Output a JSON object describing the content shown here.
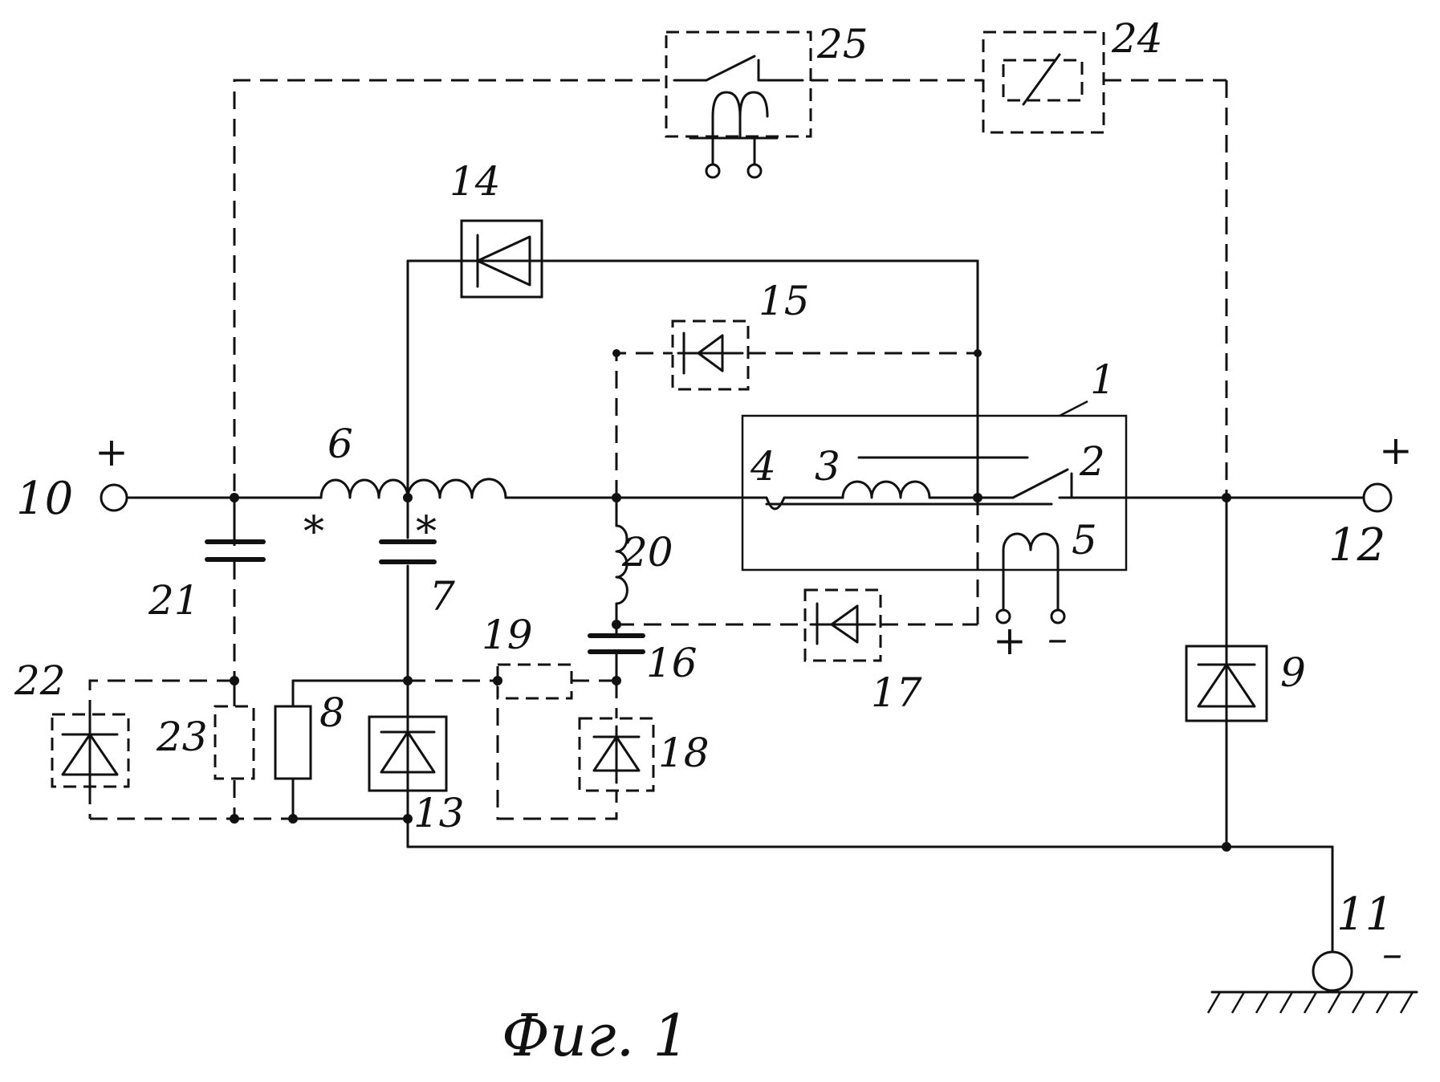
{
  "figure": {
    "caption": "Фиг. 1"
  },
  "labels": {
    "relay_block": "1",
    "contact": "2",
    "coil_3": "3",
    "element_4": "4",
    "coil_5": "5",
    "choke_6": "6",
    "capacitor_7": "7",
    "resistor_8": "8",
    "diode_9": "9",
    "input_terminal": "10",
    "ground_terminal": "11",
    "output_terminal": "12",
    "diode_13": "13",
    "diode_14": "14",
    "element_15": "15",
    "capacitor_16": "16",
    "element_17": "17",
    "element_18": "18",
    "element_19": "19",
    "choke_20": "20",
    "capacitor_21": "21",
    "element_22": "22",
    "element_23": "23",
    "element_24": "24",
    "element_25": "25"
  },
  "polarity": {
    "input_plus": "+",
    "output_plus": "+",
    "ground_minus": "–",
    "coil5_plus": "+",
    "coil5_minus": "–"
  },
  "marks": {
    "dot_start_left": "*",
    "dot_start_right": "*"
  }
}
